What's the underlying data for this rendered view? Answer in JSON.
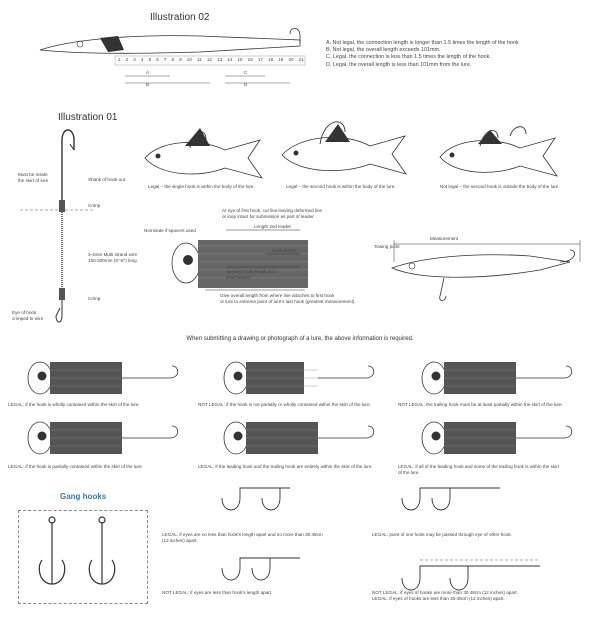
{
  "illustration02": {
    "title": "Illustration 02",
    "legend": [
      "A.  Not legal, the connection length is longer than 1.5 times the length of the hook",
      "B.  Not legal, the overall length exceeds 101mm.",
      "C.  Legal, the connection is less than 1.5 times the length of the hook.",
      "D.  Legal, the overall length is less than 101mm from the lure."
    ],
    "ruler": [
      "1",
      "2",
      "3",
      "4",
      "5",
      "6",
      "7",
      "8",
      "9",
      "10",
      "11",
      "12",
      "13",
      "14",
      "15",
      "16",
      "17",
      "18",
      "19",
      "20",
      "21"
    ],
    "dims": [
      "A",
      "B",
      "C",
      "D"
    ]
  },
  "illustration01": {
    "title": "Illustration 01",
    "wire_labels": {
      "skirt": "Must be inside\nthe skirt of lure",
      "shank": "Shank of hook out",
      "crimp1": "Crimp",
      "wire": "3-4mm Multi strand wire\n150-200mm (6\"-8\") long",
      "crimp2": "Crimp",
      "eye": "Eye of hook\ncrimped to wire"
    },
    "fish_captions": [
      "Legal – the single hook is within the body of the lure.",
      "Legal – the second hook is within the body of the lure.",
      "Not legal – the second hook is outside the body of the lure."
    ],
    "skirt_labels": {
      "top": "At eye of first hook, cut line leaving deformed line\nor loop intact for submission as part of leader.",
      "spacers": "Nominate if spacers used",
      "length2": "Length 2nd leader",
      "hook": "Hook length",
      "second": "Second hook length incl.\nshort leader",
      "bottom": "Give overall length from where line attaches to first hook\nor lure to extreme point of lure's last hook (greatest measurement)."
    },
    "plug_labels": {
      "towing": "Towing point",
      "measurement": "Measurement"
    }
  },
  "middle_caption": "When submitting a drawing or photograph of a lure, the above information is required.",
  "lure_captions": [
    "LEGAL: if the hook is wholly contained within the skirt of the lure.",
    "NOT LEGAL: if the hook is not partially or wholly contained within the skirt of the lure.",
    "NOT LEGAL: the trailing hook must be at least partially within the skirt of the lure.",
    "LEGAL: if the hook is partially contained within the skirt of the lure.",
    "LEGAL: if the leading hook and the trailing hook are entirely within the skirt of the lure.",
    "LEGAL: if all of the leading hook and some of the trailing hook is within the skirt\nof the lure."
  ],
  "gang": {
    "title": "Gang hooks",
    "captions": [
      "LEGAL: if eyes are no less than hook's length apart and no more than 30.48cm\n(12 inches) apart.",
      "LEGAL: point of one hook may be passed through eye of other hook.",
      "NOT LEGAL: if eyes are less than hook's length apart.",
      "NOT LEGAL: if eyes of hooks are more than 30.48cm (12 inches) apart.\nLEGAL: if eyes of hooks are less than 30.48cm (12 inches) apart."
    ]
  },
  "colors": {
    "ink": "#333333",
    "accent": "#3a78b8",
    "skirt": "#555555"
  }
}
